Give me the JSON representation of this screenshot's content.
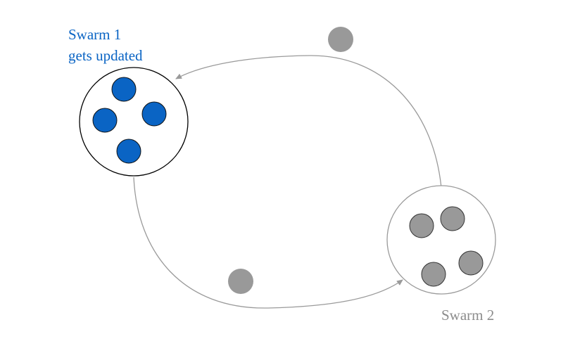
{
  "swarm1": {
    "label_line1": "Swarm 1",
    "label_line2": "gets updated",
    "color": "#0a64c4"
  },
  "swarm2": {
    "label": "Swarm 2",
    "color": "#8c8c8c"
  },
  "colors": {
    "particle_gray": "#999999",
    "edge": "#9a9a9a"
  }
}
